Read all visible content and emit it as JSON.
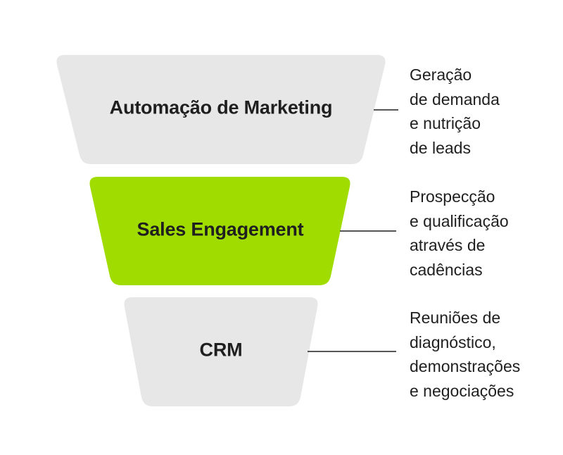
{
  "stages": [
    {
      "label": "Automação de Marketing",
      "description": [
        "Geração",
        "de demanda",
        "e nutrição",
        "de leads"
      ],
      "fill": "#e7e7e7"
    },
    {
      "label": "Sales Engagement",
      "description": [
        "Prospecção",
        "e qualificação",
        "através de",
        "cadências"
      ],
      "fill": "#a0dc00"
    },
    {
      "label": "CRM",
      "description": [
        "Reuniões de",
        "diagnóstico,",
        "demonstrações",
        "e negociações"
      ],
      "fill": "#e7e7e7"
    }
  ],
  "colors": {
    "gray_stage": "#e7e7e7",
    "accent_stage": "#a0dc00",
    "text": "#1f1f1f",
    "connector": "#1f1f1f"
  }
}
